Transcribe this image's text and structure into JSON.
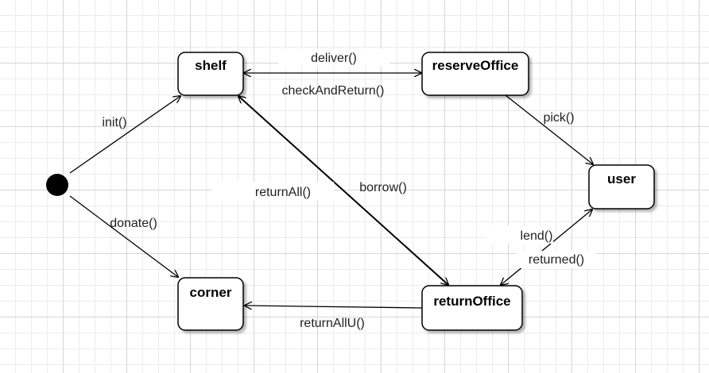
{
  "states": {
    "shelf": "shelf",
    "reserve_office": "reserveOffice",
    "user": "user",
    "corner": "corner",
    "return_office": "returnOffice"
  },
  "transitions": {
    "init": "init()",
    "donate": "donate()",
    "deliver": "deliver()",
    "check_and_return": "checkAndReturn()",
    "pick": "pick()",
    "return_all": "returnAll()",
    "borrow": "borrow()",
    "lend": "lend()",
    "returned": "returned()",
    "return_all_u": "returnAllU()"
  }
}
